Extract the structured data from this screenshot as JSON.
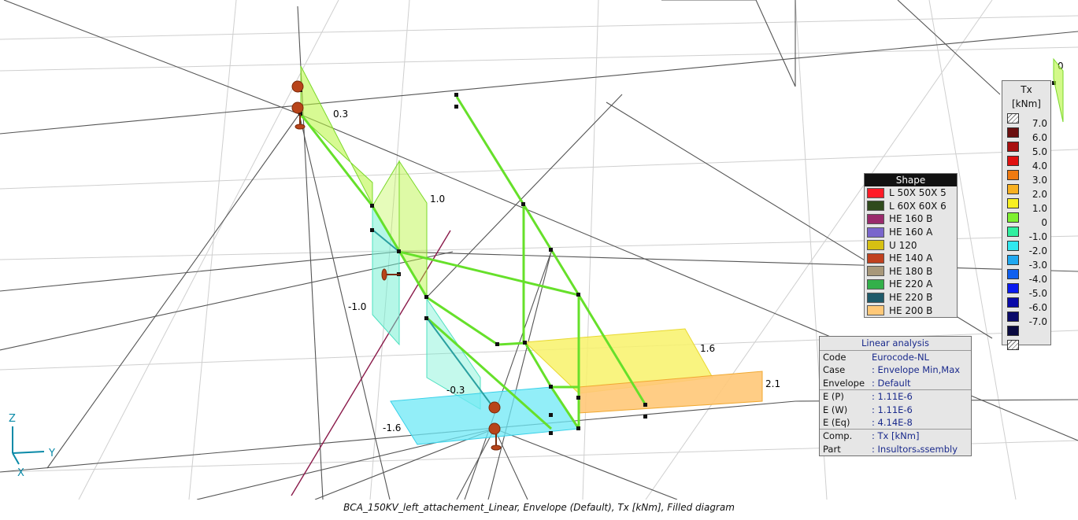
{
  "labels": {
    "v0_3": "0.3",
    "v1_0": "1.0",
    "vm1_0": "-1.0",
    "vm0_3": "-0.3",
    "vm1_6": "-1.6",
    "v1_6": "1.6",
    "v2_1": "2.1",
    "v0_edge": "0"
  },
  "shape_legend": {
    "title": "Shape",
    "items": [
      {
        "name": "L  50X 50X 5",
        "color": "#ff1a26"
      },
      {
        "name": "L  60X 60X 6",
        "color": "#2f4a1c"
      },
      {
        "name": "HE  160 B",
        "color": "#9a2a6c"
      },
      {
        "name": "HE  160 A",
        "color": "#7a66cc"
      },
      {
        "name": "U 120",
        "color": "#d6c012"
      },
      {
        "name": "HE  140 A",
        "color": "#c0401e"
      },
      {
        "name": "HE  180 B",
        "color": "#a8987a"
      },
      {
        "name": "HE  220 A",
        "color": "#33b04a"
      },
      {
        "name": "HE  220 B",
        "color": "#1e5a6a"
      },
      {
        "name": "HE  200 B",
        "color": "#ffc878"
      }
    ]
  },
  "analysis": {
    "title": "Linear analysis",
    "rows": [
      {
        "k": "Code",
        "v": "Eurocode-NL"
      },
      {
        "k": "Case",
        "v": ": Envelope Min,Max"
      },
      {
        "k": "Envelope",
        "v": ": Default"
      },
      {
        "k": "E (P)",
        "v": ": 1.11E-6"
      },
      {
        "k": "E (W)",
        "v": ": 1.11E-6"
      },
      {
        "k": "E (Eq)",
        "v": ": 4.14E-8"
      },
      {
        "k": "Comp.",
        "v": ": Tx [kNm]"
      },
      {
        "k": "Part",
        "v": ": Insultorsₐssembly"
      }
    ]
  },
  "tx_legend": {
    "title_line1": "Tx",
    "title_line2": "[kNm]",
    "levels": [
      {
        "label": "7.0",
        "color": "#6b0f0f"
      },
      {
        "label": "6.0",
        "color": "#a80f0f"
      },
      {
        "label": "5.0",
        "color": "#e01010"
      },
      {
        "label": "4.0",
        "color": "#f07a10"
      },
      {
        "label": "3.0",
        "color": "#f8b020"
      },
      {
        "label": "2.0",
        "color": "#f8f020"
      },
      {
        "label": "1.0",
        "color": "#7ef030"
      },
      {
        "label": "0",
        "color": "#30f0a0"
      },
      {
        "label": "-1.0",
        "color": "#30e8f0"
      },
      {
        "label": "-2.0",
        "color": "#20a8f0"
      },
      {
        "label": "-3.0",
        "color": "#1060f0"
      },
      {
        "label": "-4.0",
        "color": "#0a1af0"
      },
      {
        "label": "-5.0",
        "color": "#0a0aa8"
      },
      {
        "label": "-6.0",
        "color": "#0a0a6a"
      },
      {
        "label": "-7.0",
        "color": "#0a0a40"
      }
    ]
  },
  "axes": {
    "z": "Z",
    "y": "Y",
    "x": "X"
  },
  "caption": "BCA_150KV_left_attachement_Linear, Envelope (Default), Tx [kNm], Filled diagram"
}
